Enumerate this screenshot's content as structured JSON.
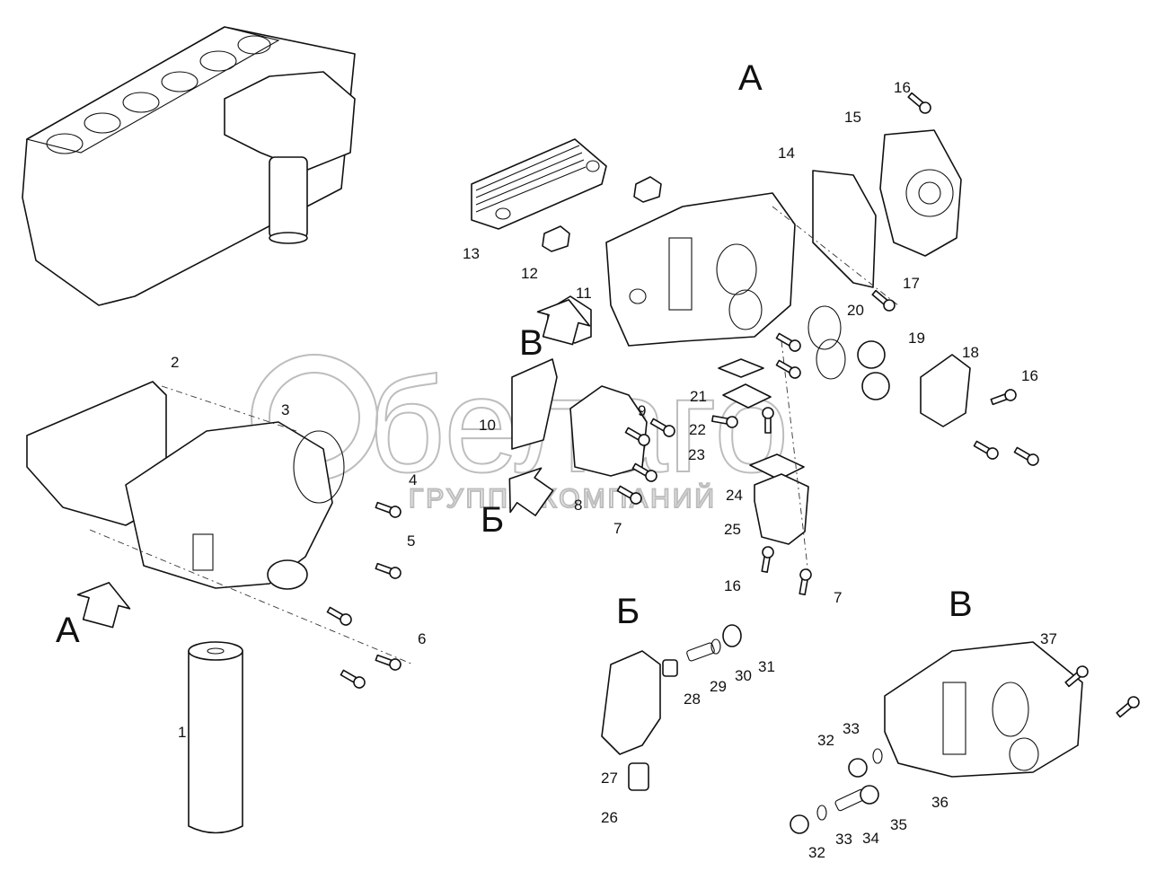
{
  "diagram": {
    "view_labels": [
      "А",
      "В",
      "Б",
      "А",
      "Б",
      "В"
    ],
    "part_numbers": [
      "16",
      "15",
      "14",
      "13",
      "12",
      "11",
      "17",
      "20",
      "19",
      "18",
      "16",
      "2",
      "3",
      "21",
      "22",
      "23",
      "9",
      "10",
      "4",
      "8",
      "24",
      "7",
      "25",
      "5",
      "16",
      "7",
      "6",
      "37",
      "28",
      "29",
      "30",
      "31",
      "1",
      "33",
      "32",
      "27",
      "36",
      "26",
      "35",
      "34",
      "33",
      "32"
    ]
  },
  "watermark": {
    "brand": "белаго",
    "subtitle": "ГРУППА КОМПАНИЙ"
  }
}
